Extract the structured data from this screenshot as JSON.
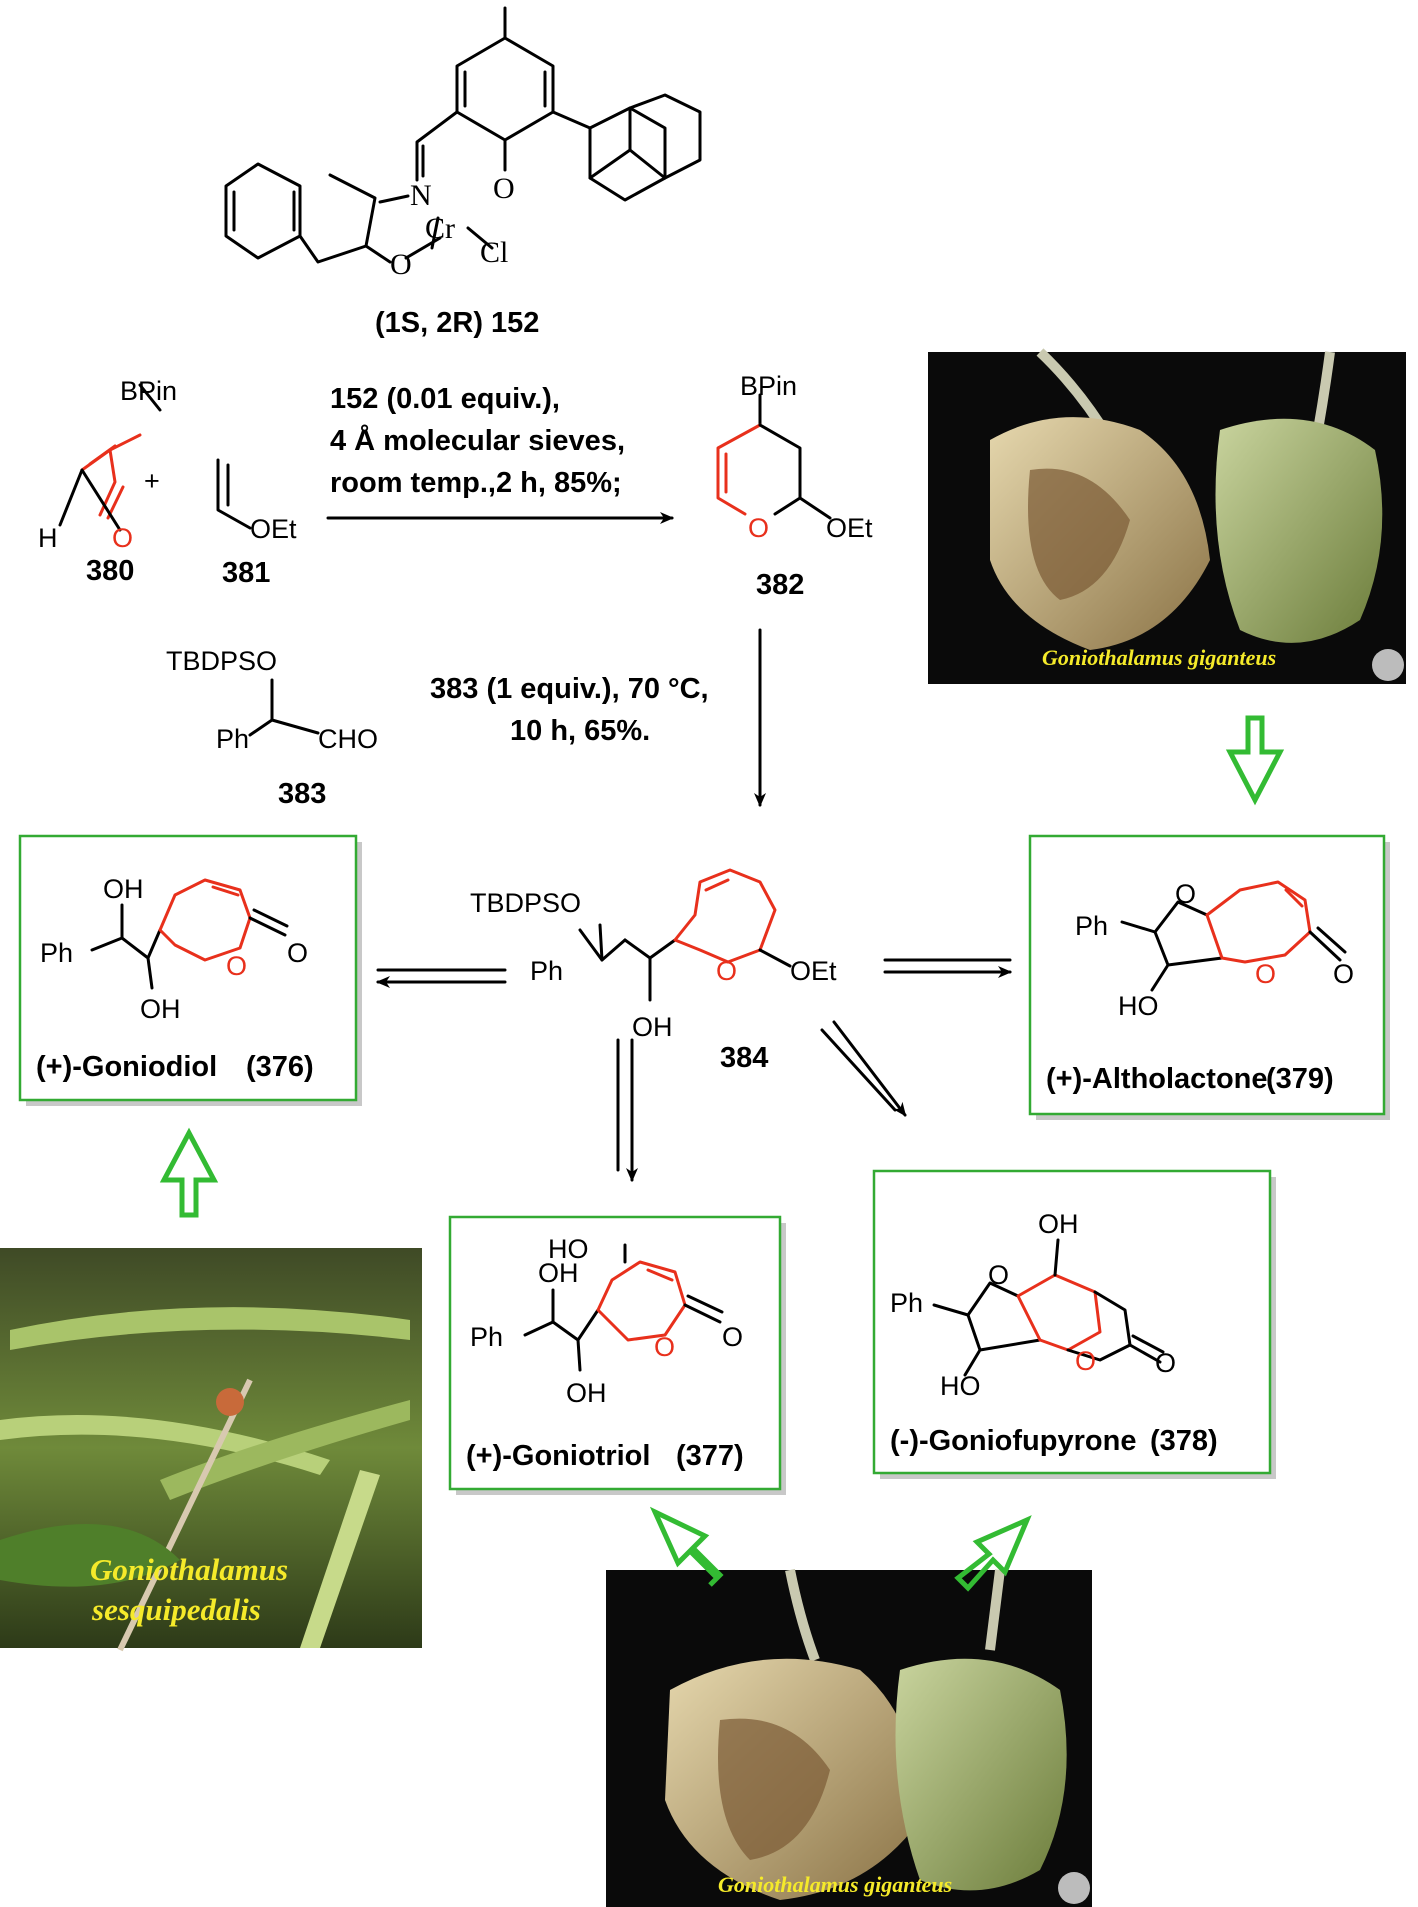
{
  "catalyst": {
    "label": "(1S, 2R) 152",
    "atoms": {
      "n": "N",
      "o1": "O",
      "o2": "O",
      "cr": "Cr",
      "cl": "Cl"
    }
  },
  "reaction1": {
    "reagent_380": {
      "group": "BPin",
      "h": "H",
      "o": "O",
      "number": "380"
    },
    "plus": "+",
    "reagent_381": {
      "group": "OEt",
      "number": "381"
    },
    "conditions": [
      "152 (0.01 equiv.),",
      "4 Å molecular sieves,",
      "room temp.,2 h, 85%;"
    ],
    "product_382": {
      "group_top": "BPin",
      "ring_o": "O",
      "group_right": "OEt",
      "number": "382"
    }
  },
  "reaction2": {
    "reagent_383": {
      "tbdpso": "TBDPSO",
      "ph": "Ph",
      "cho": "CHO",
      "number": "383"
    },
    "conditions": [
      "383 (1 equiv.), 70 °C,",
      "10 h, 65%."
    ]
  },
  "intermediate_384": {
    "tbdpso": "TBDPSO",
    "ph": "Ph",
    "oh": "OH",
    "ring_o": "O",
    "oet": "OEt",
    "number": "384"
  },
  "products": {
    "goniodiol": {
      "name": "(+)-Goniodiol",
      "number": "(376)",
      "oh1": "OH",
      "oh2": "OH",
      "ph": "Ph",
      "ring_o": "O",
      "carbonyl_o": "O"
    },
    "goniotriol": {
      "name": "(+)-Goniotriol",
      "number": "(377)",
      "ho": "HO",
      "oh1": "OH",
      "oh2": "OH",
      "ph": "Ph",
      "ring_o": "O",
      "carbonyl_o": "O"
    },
    "goniofupyrone": {
      "name": "(-)-Goniofupyrone",
      "number": "(378)",
      "oh": "OH",
      "ho": "HO",
      "ph": "Ph",
      "furan_o": "O",
      "ring_o": "O",
      "carbonyl_o": "O"
    },
    "altholactone": {
      "name": "(+)-Altholactone",
      "number": "(379)",
      "ho": "HO",
      "ph": "Ph",
      "furan_o": "O",
      "ring_o": "O",
      "carbonyl_o": "O"
    }
  },
  "photos": {
    "top_right": {
      "species": "Goniothalamus giganteus"
    },
    "bottom_left": {
      "species_line1": "Goniothalamus",
      "species_line2": "sesquipedalis"
    },
    "bottom_center": {
      "species": "Goniothalamus giganteus"
    }
  },
  "colors": {
    "ring_red": "#e8301c",
    "box_green": "#33aa33",
    "arrow_green": "#33bb33",
    "species_yellow": "#f5ea2a"
  }
}
